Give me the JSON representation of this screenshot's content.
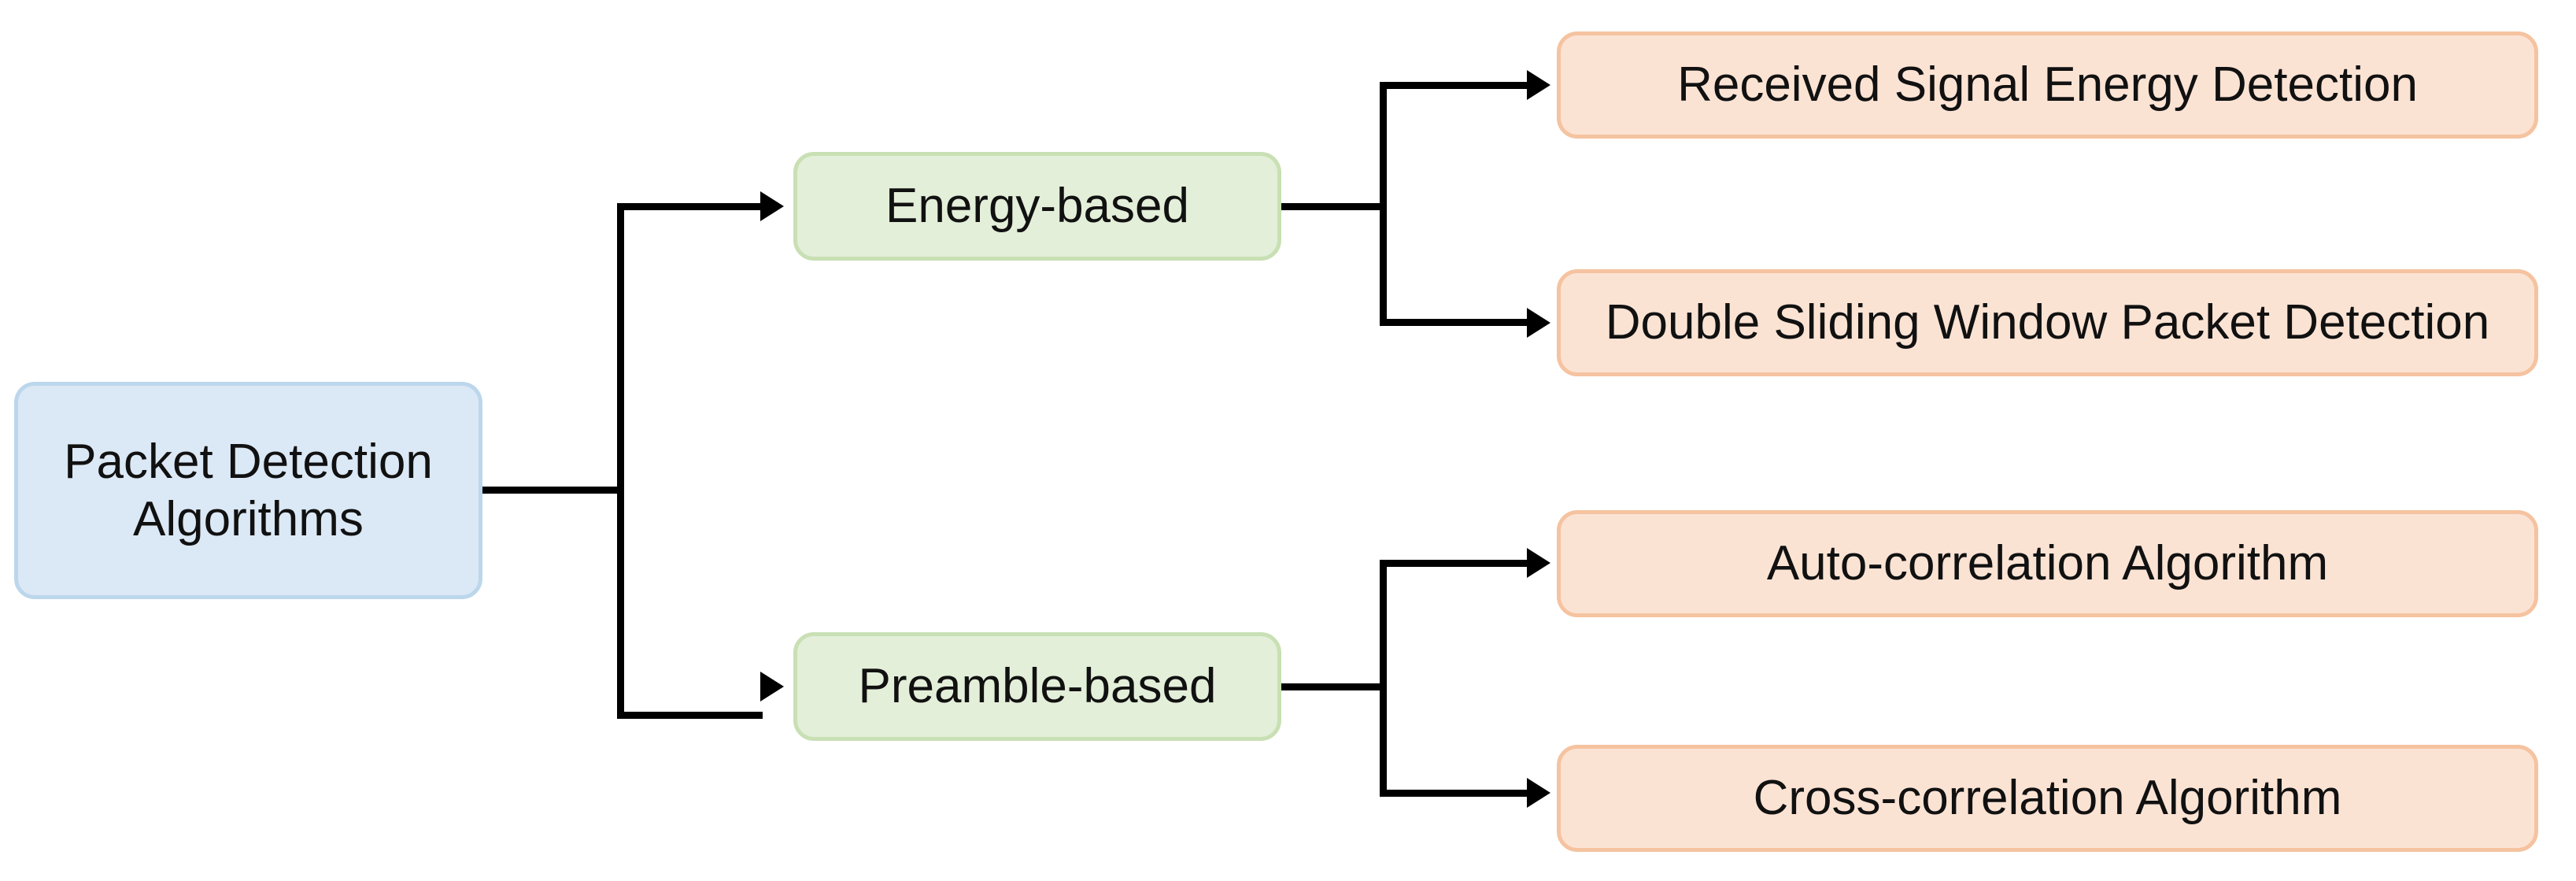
{
  "diagram": {
    "title": "Packet Detection Algorithms taxonomy",
    "type": "tree",
    "colors": {
      "root_fill": "#dbe8f5",
      "root_border": "#bcd7ec",
      "branch_fill": "#e3efd9",
      "branch_border": "#c8e0b4",
      "leaf_fill": "#fbe3d4",
      "leaf_border": "#f5c3a0",
      "connector": "#000000",
      "text": "#111111",
      "background": "#ffffff"
    },
    "root": {
      "label": "Packet Detection\nAlgorithms"
    },
    "branches": [
      {
        "label": "Energy-based",
        "children": [
          {
            "label": "Received Signal Energy Detection"
          },
          {
            "label": "Double Sliding Window Packet Detection"
          }
        ]
      },
      {
        "label": "Preamble-based",
        "children": [
          {
            "label": "Auto-correlation Algorithm"
          },
          {
            "label": "Cross-correlation Algorithm"
          }
        ]
      }
    ]
  }
}
